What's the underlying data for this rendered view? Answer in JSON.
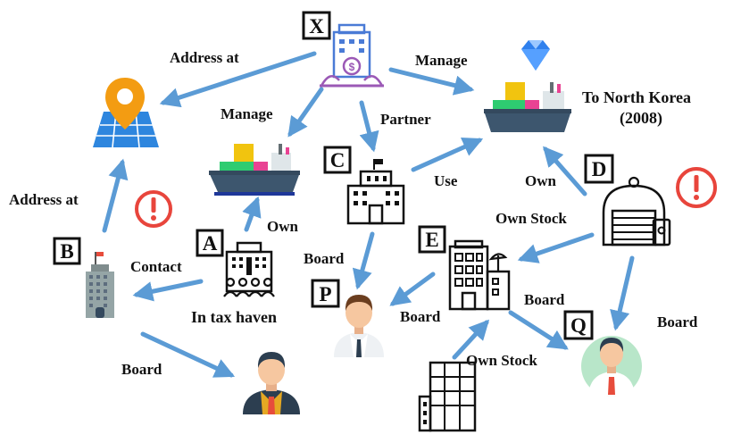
{
  "nodes": {
    "X": {
      "letter": "X"
    },
    "A": {
      "letter": "A",
      "note": "In tax haven"
    },
    "B": {
      "letter": "B"
    },
    "C": {
      "letter": "C"
    },
    "D": {
      "letter": "D"
    },
    "E": {
      "letter": "E"
    },
    "P": {
      "letter": "P"
    },
    "Q": {
      "letter": "Q"
    }
  },
  "edges": {
    "x_address": "Address at",
    "x_manage_left": "Manage",
    "x_manage_right": "Manage",
    "x_partner": "Partner",
    "b_address": "Address at",
    "a_own": "Own",
    "a_contact": "Contact",
    "b_board": "Board",
    "c_use": "Use",
    "c_board": "Board",
    "d_own": "Own",
    "d_own_stock": "Own Stock",
    "e_board_p": "Board",
    "e_board_q": "Board",
    "d_board": "Board",
    "f_own_stock": "Own Stock"
  },
  "annotations": {
    "north_korea_line1": "To North Korea",
    "north_korea_line2": "(2008)"
  },
  "colors": {
    "arrow": "#5b9bd5",
    "alert": "#e8453c",
    "pin": "#f39c12",
    "map": "#2e86de",
    "ship_hull": "#3d566e",
    "diamond": "#2f80ed",
    "skin": "#f6c7a0",
    "hair": "#6b3e1f",
    "suit_dark": "#2c3e50",
    "tie": "#e74c3c",
    "gold": "#e5a823"
  }
}
